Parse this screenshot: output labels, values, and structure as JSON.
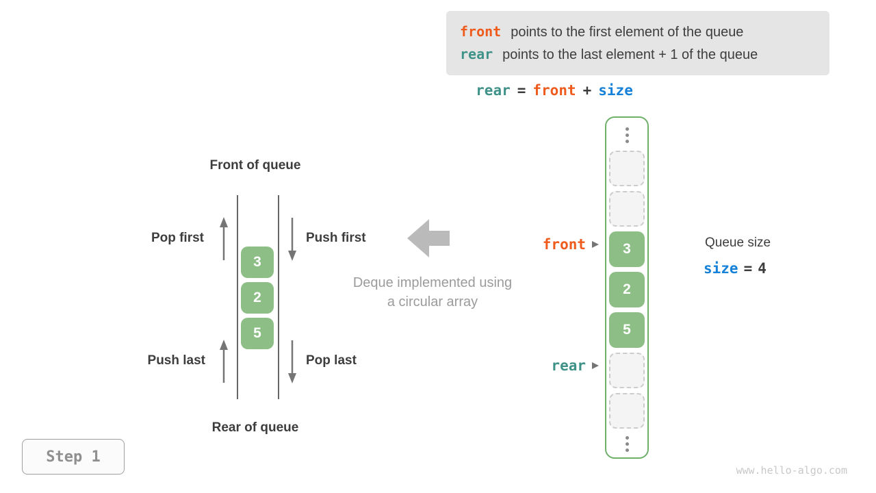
{
  "colors": {
    "orange": "#ee5b1d",
    "teal": "#3f9287",
    "blue": "#1681d8",
    "green_fill": "#8cbe85",
    "green_border": "#6fb068",
    "gray_arrow": "#bababa",
    "text_dark": "#3d3d3d",
    "text_gray": "#9b9b9b"
  },
  "legend": {
    "lines": [
      {
        "keyword": "front",
        "text": "points to the first element of the queue"
      },
      {
        "keyword": "rear",
        "text": "points to the last element + 1 of the queue"
      }
    ]
  },
  "formula": {
    "parts": [
      {
        "text": "rear"
      },
      {
        "text": "="
      },
      {
        "text": "front"
      },
      {
        "text": "+"
      },
      {
        "text": "size"
      }
    ]
  },
  "deque": {
    "front_label": "Front of queue",
    "rear_label": "Rear of queue",
    "pop_first": "Pop first",
    "push_first": "Push first",
    "push_last": "Push last",
    "pop_last": "Pop last",
    "values": [
      "3",
      "2",
      "5"
    ]
  },
  "caption": {
    "line1": "Deque implemented using",
    "line2": "a circular array"
  },
  "array": {
    "values": [
      "3",
      "2",
      "5"
    ],
    "front_pointer": "front",
    "rear_pointer": "rear"
  },
  "queue_size": {
    "label": "Queue size",
    "variable": "size",
    "equals": "=",
    "value": "4"
  },
  "step_badge": "Step 1",
  "watermark": "www.hello-algo.com"
}
